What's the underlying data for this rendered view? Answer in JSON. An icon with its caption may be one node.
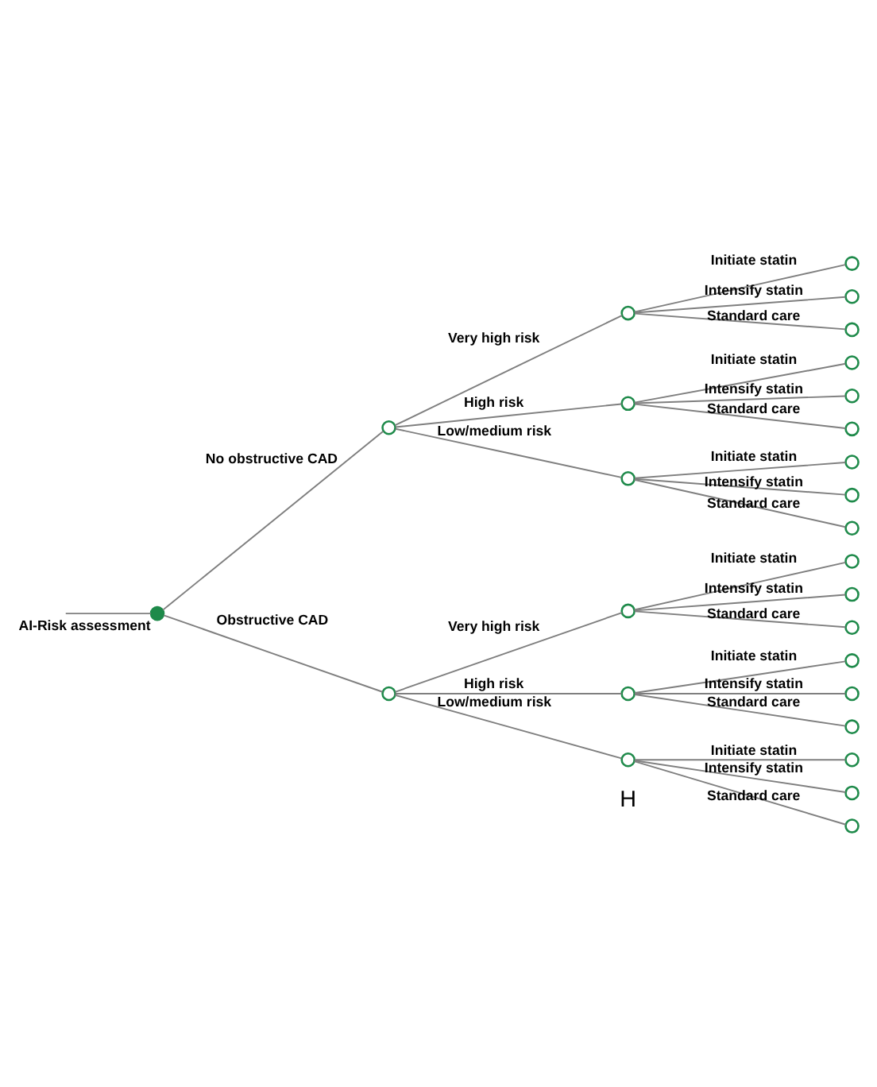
{
  "diagram": {
    "nodes": [
      {
        "text": [],
        "shape": "circle",
        "beside": [
          "AI-Risk assessment"
        ]
      },
      {
        "text": [],
        "shape": "circle"
      },
      {
        "text": [],
        "shape": "circle"
      },
      {
        "text": [],
        "shape": "circle"
      },
      {
        "text": [],
        "shape": "circle"
      },
      {
        "text": [],
        "shape": "circle"
      },
      {
        "text": [],
        "shape": "circle"
      },
      {
        "text": [],
        "shape": "circle"
      },
      {
        "text": [],
        "shape": "circle"
      },
      {
        "text": [],
        "shape": "circle"
      },
      {
        "text": [],
        "shape": "circle"
      },
      {
        "text": [],
        "shape": "circle"
      },
      {
        "text": [],
        "shape": "circle"
      },
      {
        "text": [],
        "shape": "circle"
      },
      {
        "text": [],
        "shape": "circle"
      },
      {
        "text": [],
        "shape": "circle"
      },
      {
        "text": [],
        "shape": "circle"
      },
      {
        "text": [],
        "shape": "circle"
      },
      {
        "text": [],
        "shape": "circle"
      },
      {
        "text": [],
        "shape": "circle"
      },
      {
        "text": [],
        "shape": "circle"
      },
      {
        "text": [],
        "shape": "circle"
      },
      {
        "text": [],
        "shape": "circle"
      },
      {
        "text": [],
        "shape": "circle"
      },
      {
        "text": [],
        "shape": "circle"
      },
      {
        "text": [],
        "shape": "circle"
      },
      {
        "text": [],
        "shape": "circle"
      }
    ],
    "edges": [
      {
        "from": null,
        "to": 0,
        "arrow": "none"
      },
      {
        "from": 0,
        "to": 1,
        "arrow": "none",
        "label": "No obstructive CAD"
      },
      {
        "from": 0,
        "to": 2,
        "arrow": "none",
        "label": "Obstructive CAD"
      },
      {
        "from": 1,
        "to": 3,
        "arrow": "none",
        "label": "Very high risk"
      },
      {
        "from": 1,
        "to": 4,
        "arrow": "none",
        "label": "High risk"
      },
      {
        "from": 1,
        "to": 5,
        "arrow": "none",
        "label": "Low/medium risk"
      },
      {
        "from": 2,
        "to": 6,
        "arrow": "none",
        "label": "Very high risk"
      },
      {
        "from": 2,
        "to": 7,
        "arrow": "none",
        "label": "High risk"
      },
      {
        "from": 2,
        "to": 8,
        "arrow": "none",
        "label": "Low/medium risk"
      },
      {
        "from": 3,
        "to": 9,
        "arrow": "none",
        "label": "Initiate statin"
      },
      {
        "from": 3,
        "to": 10,
        "arrow": "none",
        "label": "Intensify statin"
      },
      {
        "from": 3,
        "to": 11,
        "arrow": "none",
        "label": "Standard care"
      },
      {
        "from": 4,
        "to": 12,
        "arrow": "none",
        "label": "Initiate statin"
      },
      {
        "from": 4,
        "to": 13,
        "arrow": "none",
        "label": "Intensify statin"
      },
      {
        "from": 4,
        "to": 14,
        "arrow": "none",
        "label": "Standard care"
      },
      {
        "from": 5,
        "to": 15,
        "arrow": "none",
        "label": "Initiate statin"
      },
      {
        "from": 5,
        "to": 16,
        "arrow": "none",
        "label": "Intensify statin"
      },
      {
        "from": 5,
        "to": 17,
        "arrow": "none",
        "label": "Standard care"
      },
      {
        "from": 6,
        "to": 18,
        "arrow": "none",
        "label": "Initiate statin"
      },
      {
        "from": 6,
        "to": 19,
        "arrow": "none",
        "label": "Intensify statin"
      },
      {
        "from": 6,
        "to": 20,
        "arrow": "none",
        "label": "Standard care"
      },
      {
        "from": 7,
        "to": 21,
        "arrow": "none",
        "label": "Initiate statin"
      },
      {
        "from": 7,
        "to": 22,
        "arrow": "none",
        "label": "Intensify statin"
      },
      {
        "from": 7,
        "to": 23,
        "arrow": "none",
        "label": "Standard care"
      },
      {
        "from": 8,
        "to": 24,
        "arrow": "none",
        "label": "Initiate statin"
      },
      {
        "from": 8,
        "to": 25,
        "arrow": "none",
        "label": "Intensify statin"
      },
      {
        "from": 8,
        "to": 26,
        "arrow": "none",
        "label": "Standard care"
      }
    ],
    "labels": [
      "H"
    ]
  }
}
